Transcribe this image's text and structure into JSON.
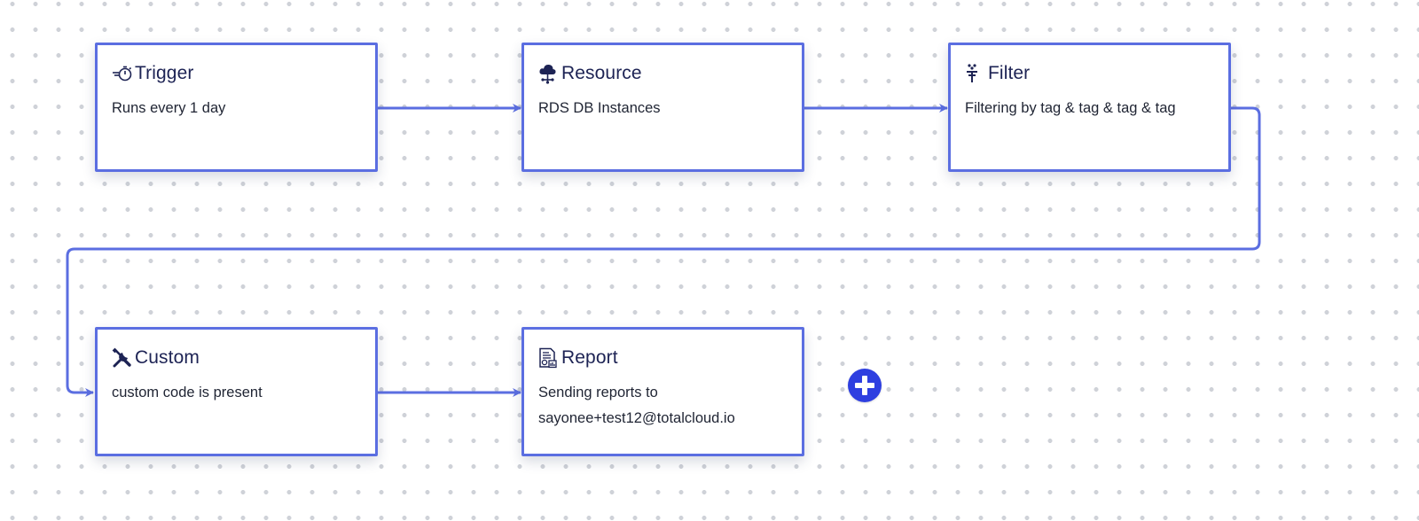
{
  "workflow": {
    "nodes": [
      {
        "title": "Trigger",
        "description": "Runs every 1 day",
        "icon": "stopwatch-icon"
      },
      {
        "title": "Resource",
        "description": "RDS DB Instances",
        "icon": "cloud-network-icon"
      },
      {
        "title": "Filter",
        "description": "Filtering by tag & tag & tag & tag",
        "icon": "filter-icon"
      },
      {
        "title": "Custom",
        "description": "custom code is present",
        "icon": "tools-icon"
      },
      {
        "title": "Report",
        "description": "Sending reports to sayonee+test12@totalcloud.io",
        "icon": "report-icon"
      }
    ],
    "add_step": {
      "icon": "plus-circle-icon"
    }
  },
  "colors": {
    "accent": "#5b6ee1",
    "add_button": "#2e3fe0",
    "title_text": "#1d2354",
    "dot_grid": "#cfd2d8"
  }
}
